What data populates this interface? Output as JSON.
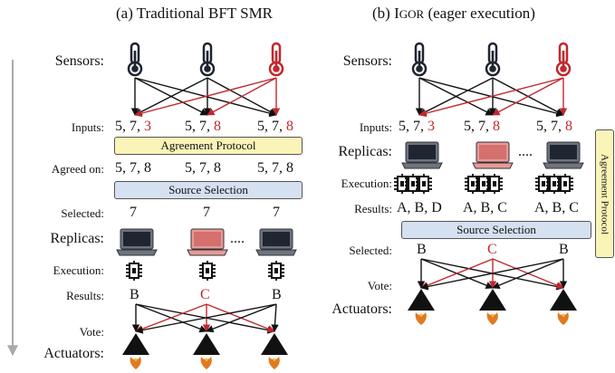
{
  "titles": {
    "left": "(a) Traditional BFT SMR",
    "right_prefix": "(b) I",
    "right_smallcaps": "GOR",
    "right_suffix": " (eager execution)"
  },
  "labels": {
    "sensors": "Sensors:",
    "inputs": "Inputs:",
    "agreed_on": "Agreed on:",
    "selected": "Selected:",
    "replicas": "Replicas:",
    "execution": "Execution:",
    "results": "Results:",
    "vote": "Vote:",
    "actuators": "Actuators:"
  },
  "boxes": {
    "agreement": "Agreement Protocol",
    "source_selection": "Source Selection"
  },
  "ellipsis": "....",
  "left": {
    "inputs": [
      {
        "prefix": "5, 7, ",
        "last": "3",
        "last_red": true
      },
      {
        "prefix": "5, 7, ",
        "last": "8",
        "last_red": true
      },
      {
        "prefix": "5, 7, ",
        "last": "8",
        "last_red": true
      }
    ],
    "agreed": [
      "5, 7, 8",
      "5, 7, 8",
      "5, 7, 8"
    ],
    "selected": [
      "7",
      "7",
      "7"
    ],
    "results": [
      {
        "text": "B",
        "red": false
      },
      {
        "text": "C",
        "red": true
      },
      {
        "text": "B",
        "red": false
      }
    ]
  },
  "right": {
    "inputs": [
      {
        "prefix": "5, 7, ",
        "last": "3",
        "last_red": true
      },
      {
        "prefix": "5, 7, ",
        "last": "8",
        "last_red": true
      },
      {
        "prefix": "5, 7, ",
        "last": "8",
        "last_red": true
      }
    ],
    "results": [
      "A, B, D",
      "A, B, C",
      "A, B, C"
    ],
    "selected": [
      {
        "text": "B",
        "red": false
      },
      {
        "text": "C",
        "red": true
      },
      {
        "text": "B",
        "red": false
      }
    ]
  },
  "colors": {
    "red": "#c0282e",
    "agreement_box": "#fbf4b8",
    "selection_box": "#d5e0f0",
    "laptop_faulty": "#e79a98",
    "flow_arrow": "#aaaaaa"
  },
  "icons": {
    "sensor": "thermometer-icon",
    "replica": "laptop-icon",
    "execution": "chip-icon",
    "actuator": "rocket-thruster-icon"
  }
}
